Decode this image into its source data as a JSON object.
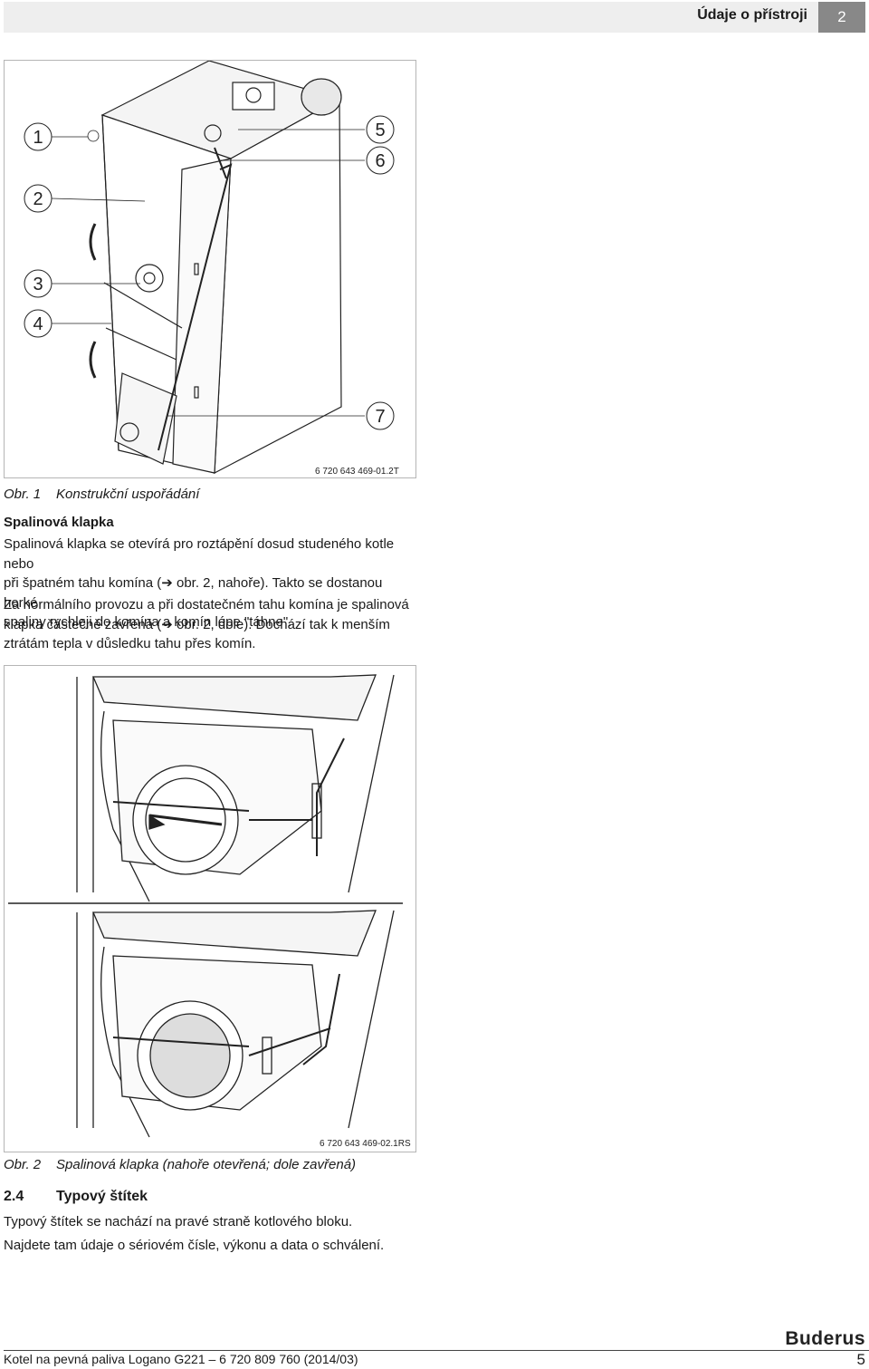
{
  "header": {
    "title": "Údaje o přístroji",
    "chapter_number": "2"
  },
  "figure1": {
    "code": "6 720 643 469-01.2T",
    "callouts": [
      "1",
      "2",
      "3",
      "4",
      "5",
      "6",
      "7"
    ],
    "caption_number": "Obr. 1",
    "caption_text": "Konstrukční uspořádání"
  },
  "section_flue": {
    "heading": "Spalinová klapka",
    "paragraph1_lines": [
      "Spalinová klapka se otevírá pro roztápění dosud studeného kotle nebo",
      "při špatném tahu komína (➔ obr. 2, nahoře). Takto se dostanou horké",
      "spaliny rychleji do komína a komín lépe \"táhne\"."
    ],
    "paragraph2_lines": [
      "Za normálního provozu a při dostatečném tahu komína je spalinová",
      "klapka částečně zavřená (➔ obr. 2, dole). Dochází tak k menším",
      "ztrátám tepla v důsledku tahu přes komín."
    ]
  },
  "figure2": {
    "code": "6 720 643 469-02.1RS",
    "caption_number": "Obr. 2",
    "caption_text": "Spalinová klapka (nahoře otevřená; dole zavřená)"
  },
  "section_24": {
    "number": "2.4",
    "title": "Typový štítek",
    "line1": "Typový štítek se nachází na pravé straně kotlového bloku.",
    "line2": "Najdete tam údaje o sériovém čísle, výkonu a data o schválení."
  },
  "footer": {
    "text": "Kotel na pevná paliva Logano G221 – 6 720 809 760 (2014/03)",
    "page_number": "5",
    "logo": "Buderus"
  }
}
